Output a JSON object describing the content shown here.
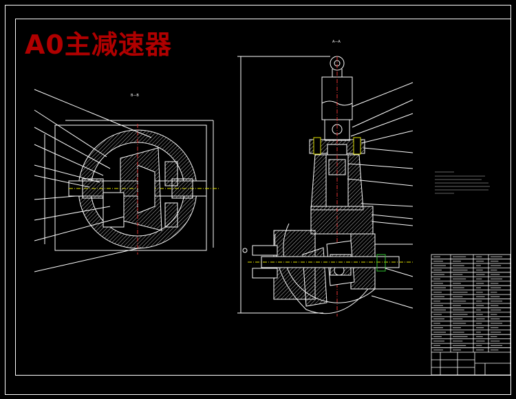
{
  "title": "A0主减速器",
  "section_label_right": "A—A",
  "section_label_left": "B—B",
  "colors": {
    "background": "#000000",
    "line": "#ffffff",
    "hatch": "#b8b8b8",
    "title": "#b00000",
    "yellow": "#e0e000",
    "red": "#e03030",
    "green": "#30c030",
    "cyan": "#40c0c0"
  }
}
